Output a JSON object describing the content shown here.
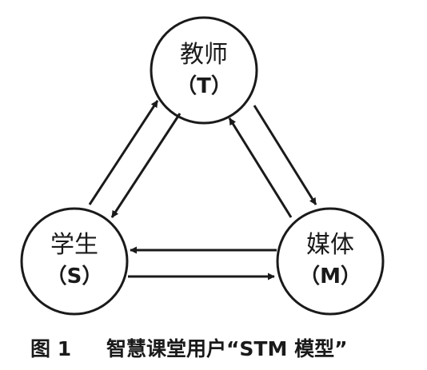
{
  "nodes": {
    "teacher": {
      "label": "教师",
      "code": "（T）"
    },
    "student": {
      "label": "学生",
      "code": "（S）"
    },
    "media": {
      "label": "媒体",
      "code": "（M）"
    }
  },
  "caption": {
    "figure_no": "图 1",
    "title": "智慧课堂用户“STM 模型”"
  },
  "colors": {
    "stroke": "#1a1a1a",
    "background": "#ffffff"
  }
}
